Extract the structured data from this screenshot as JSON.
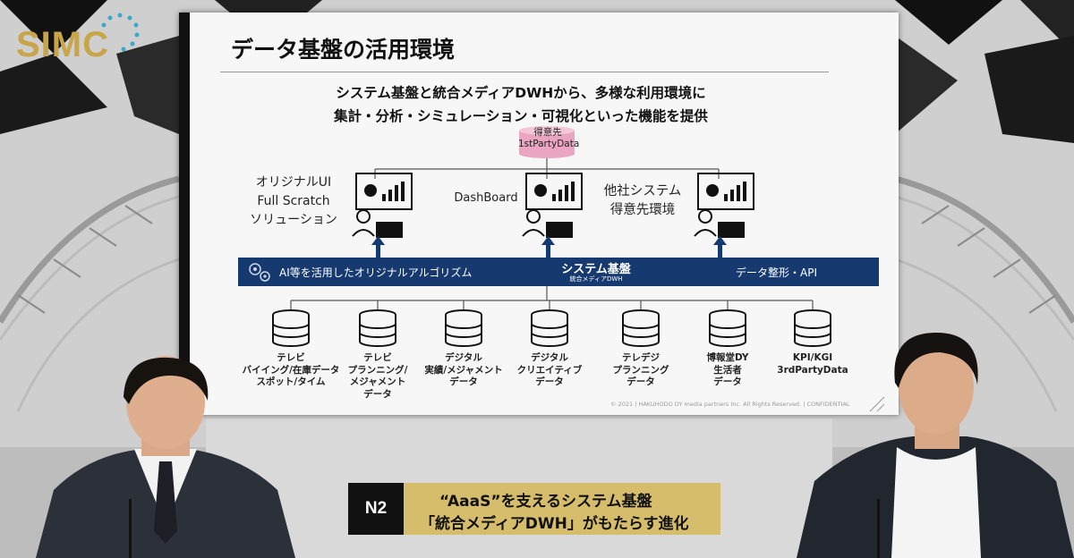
{
  "event_logo": "SIMC",
  "slide": {
    "title": "データ基盤の活用環境",
    "subtitle_line1": "システム基盤と統合メディアDWHから、多様な利用環境に",
    "subtitle_line2": "集計・分析・シミュレーション・可視化といった機能を提供",
    "client_db": {
      "line1": "得意先",
      "line2": "1stPartyData"
    },
    "left_label": [
      "オリジナルUI",
      "Full Scratch",
      "ソリューション"
    ],
    "dashboard_label": "DashBoard",
    "right_label": [
      "他社システム",
      "得意先環境"
    ],
    "band": {
      "left": "AI等を活用したオリジナルアルゴリズム",
      "center": "システム基盤",
      "center_sub": "統合メディアDWH",
      "right": "データ整形・API"
    },
    "databases": [
      [
        "テレビ",
        "バイイング/在庫データ",
        "スポット/タイム"
      ],
      [
        "テレビ",
        "プランニング/",
        "メジャメント",
        "データ"
      ],
      [
        "デジタル",
        "実績/メジャメント",
        "データ"
      ],
      [
        "デジタル",
        "クリエイティブ",
        "データ"
      ],
      [
        "テレデジ",
        "プランニング",
        "データ"
      ],
      [
        "博報堂DY",
        "生活者",
        "データ"
      ],
      [
        "KPI/KGI",
        "3rdPartyData"
      ]
    ],
    "copyright": "© 2021 | HAKUHODO DY media partners Inc. All Rights Reserved. | CONFIDENTIAL"
  },
  "caption": {
    "badge": "N2",
    "line1": "“AaaS”を支えるシステム基盤",
    "line2": "「統合メディアDWH」がもたらす進化"
  },
  "colors": {
    "band": "#163a70",
    "caption_gold": "#d6bd6c",
    "logo_gold": "#c9a54a",
    "arrow": "#163a70"
  }
}
